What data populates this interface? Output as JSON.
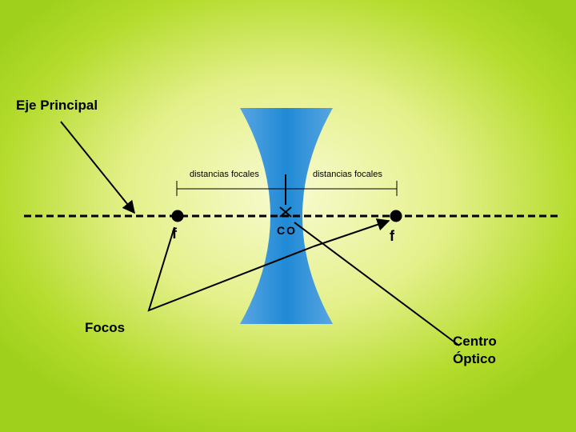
{
  "labels": {
    "principal_axis": "Eje Principal",
    "foci": "Focos",
    "optical_center_line1": "Centro",
    "optical_center_line2": "Óptico",
    "focal_left": "distancias focales",
    "focal_right": "distancias focales",
    "f_left": "f",
    "f_right": "f",
    "co": "CO"
  },
  "colors": {
    "lens_edge": "#5aa5e0",
    "lens_center": "#1f8ad6",
    "ink": "#000000"
  }
}
